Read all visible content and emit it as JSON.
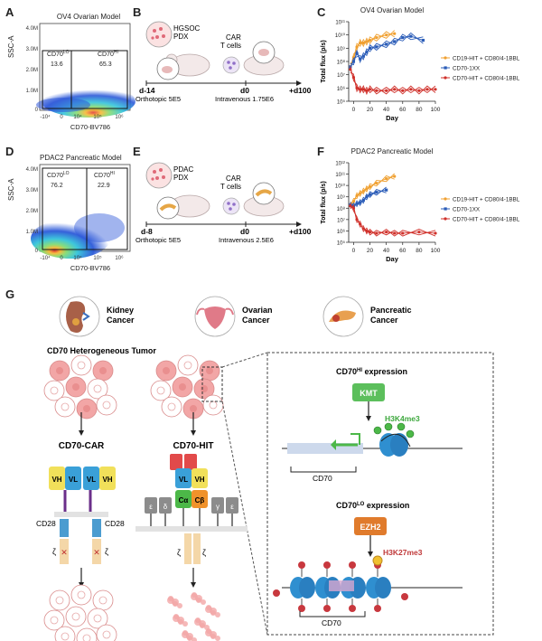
{
  "panels": {
    "A": {
      "letter": "A",
      "title": "OV4 Ovarian Model",
      "ylabel": "SSC-A",
      "xlabel": "CD70-BV786",
      "lo_label": "CD70LO",
      "lo_sup": "LO",
      "hi_label": "CD70HI",
      "lo_value": "13.6",
      "hi_value": "65.3",
      "yticks": [
        "4.0M",
        "3.0M",
        "2.0M",
        "1.0M",
        "0"
      ],
      "xticks": [
        "-10⁴",
        "0",
        "10⁴",
        "10⁵",
        "10⁶"
      ]
    },
    "B": {
      "letter": "B",
      "pdx_label": "HGSOC\nPDX",
      "pdx_line1": "HGSOC",
      "pdx_line2": "PDX",
      "car_line1": "CAR",
      "car_line2": "T cells",
      "t_start": "d-14",
      "t_mid": "d0",
      "t_end": "+d100",
      "sub_start": "Orthotopic 5E5",
      "sub_mid": "Intravenous 1.75E6"
    },
    "C": {
      "letter": "C",
      "title": "OV4 Ovarian Model",
      "ylabel": "Total flux (p/s)",
      "xlabel": "Day",
      "legend": [
        "CD19-HIT + CD80/4-1BBL",
        "CD70-1XX",
        "CD70-HIT + CD80/4-1BBL"
      ]
    },
    "D": {
      "letter": "D",
      "title": "PDAC2 Pancreatic Model",
      "ylabel": "SSC-A",
      "xlabel": "CD70-BV786",
      "lo_value": "76.2",
      "hi_value": "22.9",
      "yticks": [
        "4.0M",
        "3.0M",
        "2.0M",
        "1.0M",
        "0"
      ],
      "xticks": [
        "-10⁴",
        "0",
        "10⁴",
        "10⁵",
        "10⁶"
      ]
    },
    "E": {
      "letter": "E",
      "pdx_line1": "PDAC",
      "pdx_line2": "PDX",
      "car_line1": "CAR",
      "car_line2": "T cells",
      "t_start": "d-8",
      "t_mid": "d0",
      "t_end": "+d100",
      "sub_start": "Orthotopic 5E5",
      "sub_mid": "Intravenous 2.5E6"
    },
    "F": {
      "letter": "F",
      "title": "PDAC2 Pancreatic Model",
      "ylabel": "Total flux (p/s)",
      "xlabel": "Day",
      "legend": [
        "CD19-HIT + CD80/4-1BBL",
        "CD70-1XX",
        "CD70-HIT + CD80/4-1BBL"
      ]
    },
    "G": {
      "letter": "G",
      "kidney": "Kidney\nCancer",
      "kidney1": "Kidney",
      "kidney2": "Cancer",
      "ovarian1": "Ovarian",
      "ovarian2": "Cancer",
      "pancreatic1": "Pancreatic",
      "pancreatic2": "Cancer",
      "tumor_title": "CD70 Heterogeneous Tumor",
      "car_name": "CD70-CAR",
      "hit_name": "CD70-HIT",
      "vh": "VH",
      "vl": "VL",
      "cd28": "CD28",
      "zeta": "ζ",
      "ca": "Cα",
      "cb": "Cβ",
      "eps": "ε",
      "delta": "δ",
      "gamma": "γ",
      "hi_expr_prefix": "CD70",
      "hi_expr_sup": "HI",
      "hi_expr_suffix": " expression",
      "lo_expr_sup": "LO",
      "kmt": "KMT",
      "ezh2": "EZH2",
      "h3k4": "H3K4me3",
      "h3k27": "H3K27me3",
      "gene": "CD70"
    }
  },
  "colors": {
    "orange": "#f0a030",
    "blue": "#2a5cb8",
    "red": "#d0302a",
    "green": "#4cb848",
    "vh_yellow": "#f1e05a",
    "vl_blue": "#3aa0d8",
    "kmt": "#5cbf5c",
    "ezh2": "#e07b2c",
    "nucleosome": "#2f8fd0",
    "tumor_pink": "#f2a6a6"
  },
  "chart_data": [
    {
      "panel": "C",
      "type": "line",
      "title": "OV4 Ovarian Model",
      "xlabel": "Day",
      "ylabel": "Total flux (p/s)",
      "xlim": [
        0,
        100
      ],
      "ylim_log10": [
        5,
        11
      ],
      "yscale": "log",
      "xticks": [
        0,
        20,
        40,
        60,
        80,
        100
      ],
      "yticks": [
        "10⁵",
        "10⁶",
        "10⁷",
        "10⁸",
        "10⁹",
        "10¹⁰",
        "10¹¹"
      ],
      "legend": "right",
      "series": [
        {
          "name": "CD19-HIT + CD80/4-1BBL",
          "color": "#f0a030",
          "marker": "circle",
          "x": [
            -4,
            0,
            4,
            8,
            12,
            16,
            20,
            28,
            40,
            50
          ],
          "y_log10": [
            7.6,
            8.3,
            9.1,
            9.4,
            9.4,
            9.5,
            9.6,
            9.8,
            10.0,
            10.1
          ]
        },
        {
          "name": "CD70-1XX",
          "color": "#2a5cb8",
          "marker": "square",
          "x": [
            -4,
            0,
            4,
            8,
            12,
            16,
            20,
            28,
            40,
            50,
            60,
            70,
            85
          ],
          "y_log10": [
            7.6,
            8.0,
            8.6,
            8.2,
            8.4,
            8.7,
            9.0,
            9.1,
            9.3,
            9.5,
            9.8,
            9.9,
            9.6
          ]
        },
        {
          "name": "CD70-HIT + CD80/4-1BBL",
          "color": "#d0302a",
          "marker": "circle",
          "x": [
            -4,
            0,
            4,
            8,
            12,
            16,
            20,
            28,
            40,
            50,
            60,
            70,
            80,
            90,
            100
          ],
          "y_log10": [
            7.4,
            6.8,
            6.0,
            5.9,
            5.9,
            5.8,
            5.9,
            5.8,
            5.8,
            5.9,
            5.8,
            5.9,
            5.8,
            5.9,
            5.9
          ]
        }
      ]
    },
    {
      "panel": "F",
      "type": "line",
      "title": "PDAC2 Pancreatic Model",
      "xlabel": "Day",
      "ylabel": "Total flux (p/s)",
      "xlim": [
        0,
        100
      ],
      "ylim_log10": [
        5,
        12
      ],
      "yscale": "log",
      "xticks": [
        0,
        20,
        40,
        60,
        80,
        100
      ],
      "yticks": [
        "10⁵",
        "10⁶",
        "10⁷",
        "10⁸",
        "10⁹",
        "10¹⁰",
        "10¹¹",
        "10¹²"
      ],
      "legend": "right",
      "series": [
        {
          "name": "CD19-HIT + CD80/4-1BBL",
          "color": "#f0a030",
          "marker": "circle",
          "x": [
            -4,
            0,
            4,
            8,
            12,
            16,
            20,
            28,
            40,
            50
          ],
          "y_log10": [
            8.3,
            8.6,
            9.1,
            9.3,
            9.5,
            9.7,
            9.9,
            10.2,
            10.6,
            10.8
          ]
        },
        {
          "name": "CD70-1XX",
          "color": "#2a5cb8",
          "marker": "square",
          "x": [
            -4,
            0,
            4,
            8,
            12,
            16,
            20,
            28,
            40
          ],
          "y_log10": [
            8.3,
            8.2,
            8.4,
            8.5,
            8.7,
            9.0,
            9.2,
            9.4,
            9.6
          ]
        },
        {
          "name": "CD70-HIT + CD80/4-1BBL",
          "color": "#d0302a",
          "marker": "circle",
          "x": [
            -4,
            0,
            4,
            8,
            12,
            16,
            20,
            28,
            40,
            50,
            60,
            80,
            100
          ],
          "y_log10": [
            8.2,
            8.0,
            7.0,
            6.6,
            6.2,
            6.0,
            5.9,
            5.8,
            5.9,
            5.8,
            5.8,
            5.9,
            5.8
          ]
        }
      ]
    }
  ]
}
